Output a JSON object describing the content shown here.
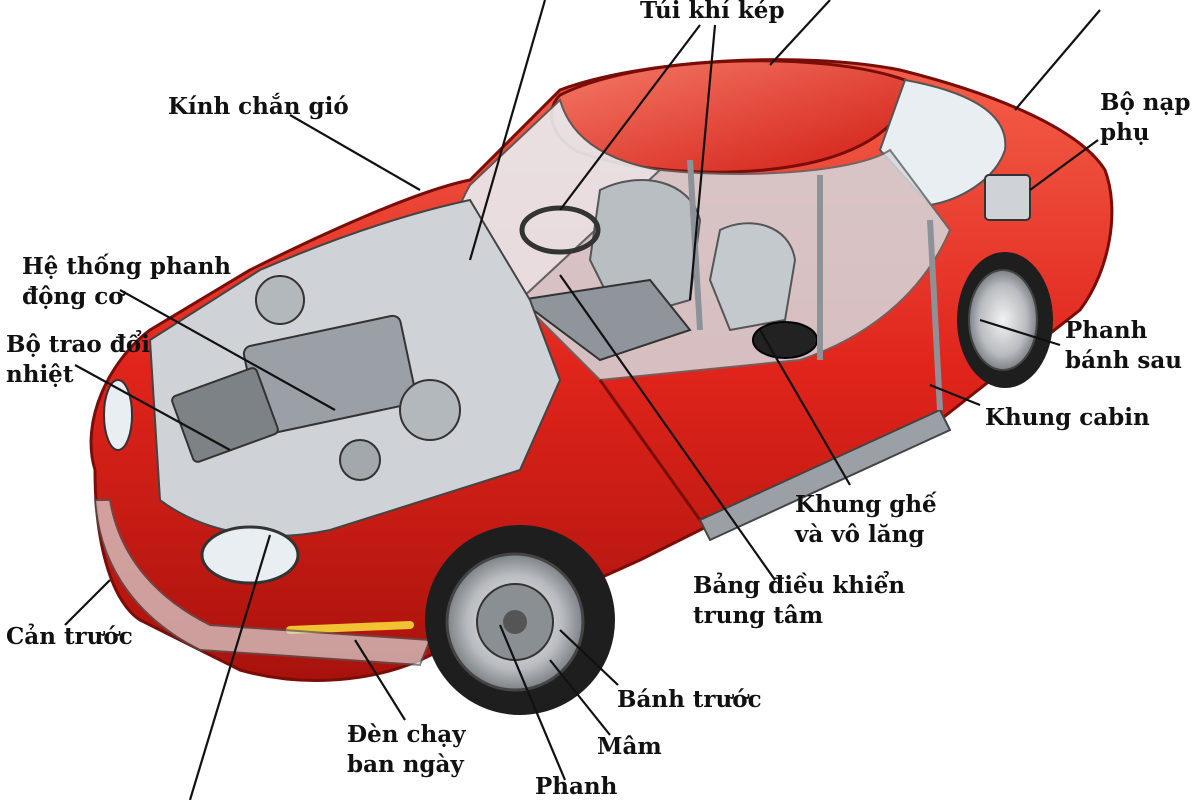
{
  "colors": {
    "body": "#e0241b",
    "body_dark": "#a8120c",
    "body_light": "#f4604a",
    "glass": "#e9eef2",
    "metal": "#9aa0a6",
    "tire": "#1e1e1e",
    "leader": "#111111",
    "text": "#111111"
  },
  "labels": {
    "airbag": [
      "Túi khí kép"
    ],
    "windshield": [
      "Kính chắn gió"
    ],
    "aux_charger": [
      "Bộ nạp",
      "phụ"
    ],
    "motor_brake": [
      "Hệ thống phanh",
      "động cơ"
    ],
    "heat_exchanger": [
      "Bộ trao đổi",
      "nhiệt"
    ],
    "rear_brake": [
      "Phanh",
      "bánh sau"
    ],
    "cabin_frame": [
      "Khung cabin"
    ],
    "seat_frame": [
      "Khung ghế",
      "và vô lăng"
    ],
    "center_console": [
      "Bảng điều khiển",
      "trung tâm"
    ],
    "front_bumper": [
      "Cản trước"
    ],
    "front_wheel": [
      "Bánh trước"
    ],
    "rim": [
      "Mâm"
    ],
    "daytime_lights": [
      "Đèn chạy",
      "ban ngày"
    ],
    "brake": [
      "Phanh"
    ]
  }
}
